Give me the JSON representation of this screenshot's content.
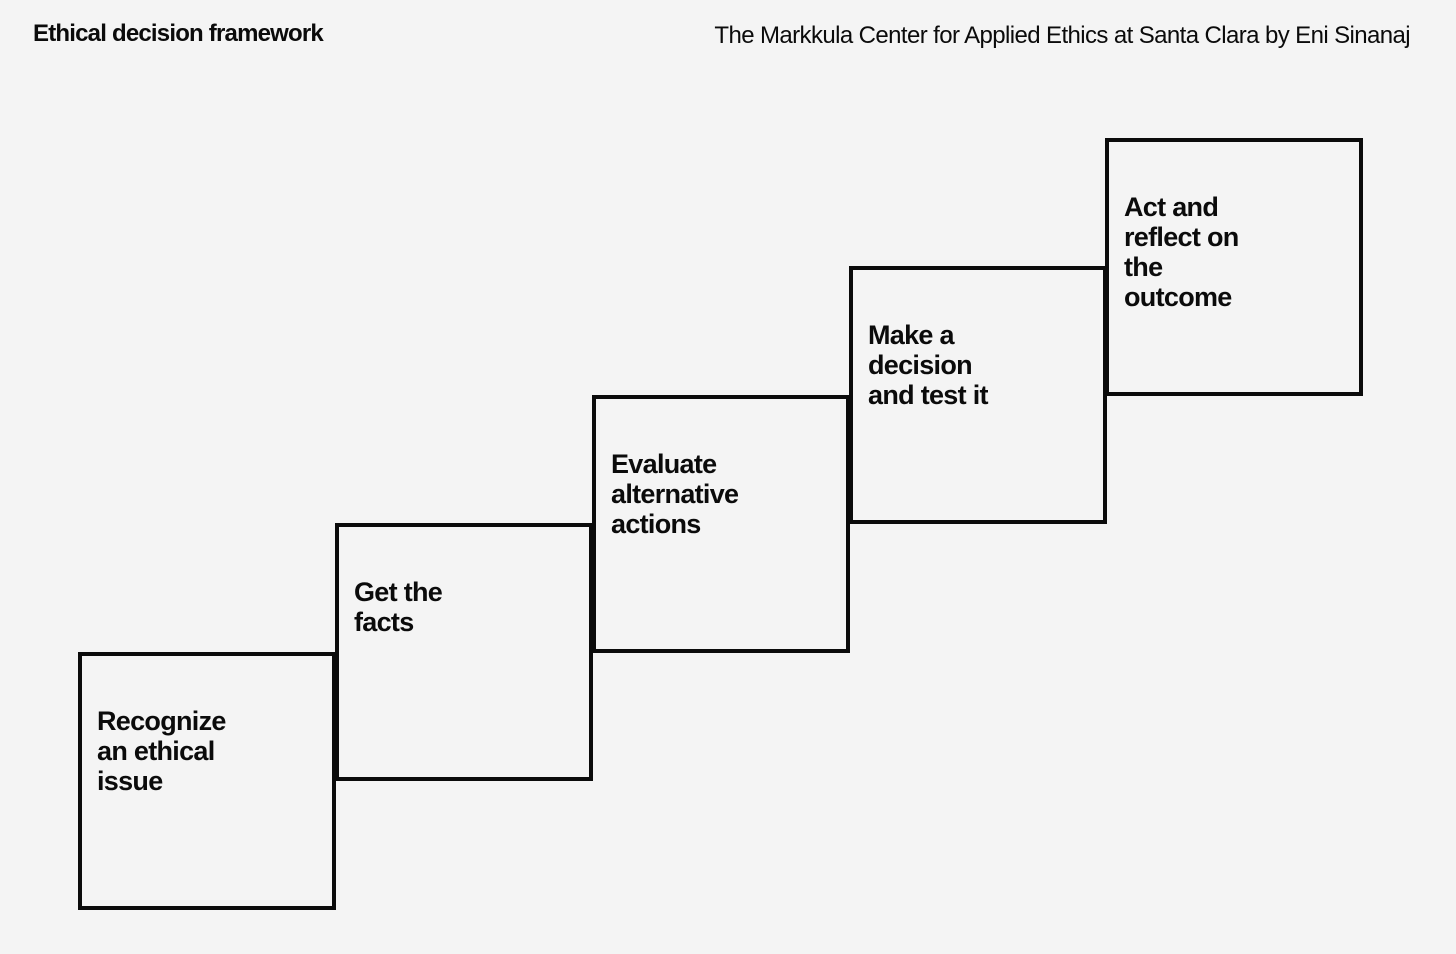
{
  "header": {
    "title": "Ethical decision framework",
    "credit": "The Markkula Center for Applied Ethics at Santa Clara by Eni Sinanaj"
  },
  "steps": [
    {
      "label": "Recognize\nan ethical\nissue"
    },
    {
      "label": "Get the\nfacts"
    },
    {
      "label": "Evaluate\nalternative\nactions"
    },
    {
      "label": "Make a\ndecision\nand test it"
    },
    {
      "label": "Act and\nreflect on\nthe\noutcome"
    }
  ],
  "colors": {
    "background": "#f4f4f4",
    "ink": "#0b0b0b"
  }
}
